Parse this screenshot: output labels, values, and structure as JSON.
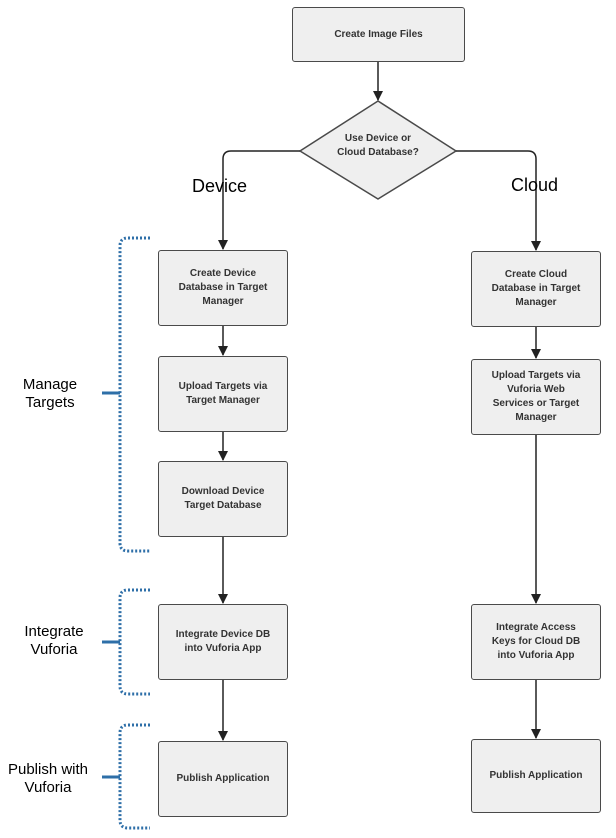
{
  "colors": {
    "node_fill": "#efefef",
    "node_stroke": "#4a4a4a",
    "arrow": "#222222",
    "bracket": "#2e6fa8"
  },
  "start": {
    "label": "Create Image Files"
  },
  "decision": {
    "label": "Use Device or\nCloud Database?"
  },
  "branches": {
    "device": "Device",
    "cloud": "Cloud"
  },
  "device_steps": [
    "Create Device\nDatabase in Target\nManager",
    "Upload Targets via\nTarget Manager",
    "Download Device\nTarget Database",
    "Integrate Device DB\ninto Vuforia App",
    "Publish Application"
  ],
  "cloud_steps": [
    "Create Cloud\nDatabase in Target\nManager",
    "Upload Targets via\nVuforia Web\nServices or Target\nManager",
    "Integrate Access\nKeys for Cloud DB\ninto Vuforia App",
    "Publish Application"
  ],
  "groups": [
    {
      "label": "Manage\nTargets"
    },
    {
      "label": "Integrate\nVuforia"
    },
    {
      "label": "Publish with\nVuforia"
    }
  ]
}
